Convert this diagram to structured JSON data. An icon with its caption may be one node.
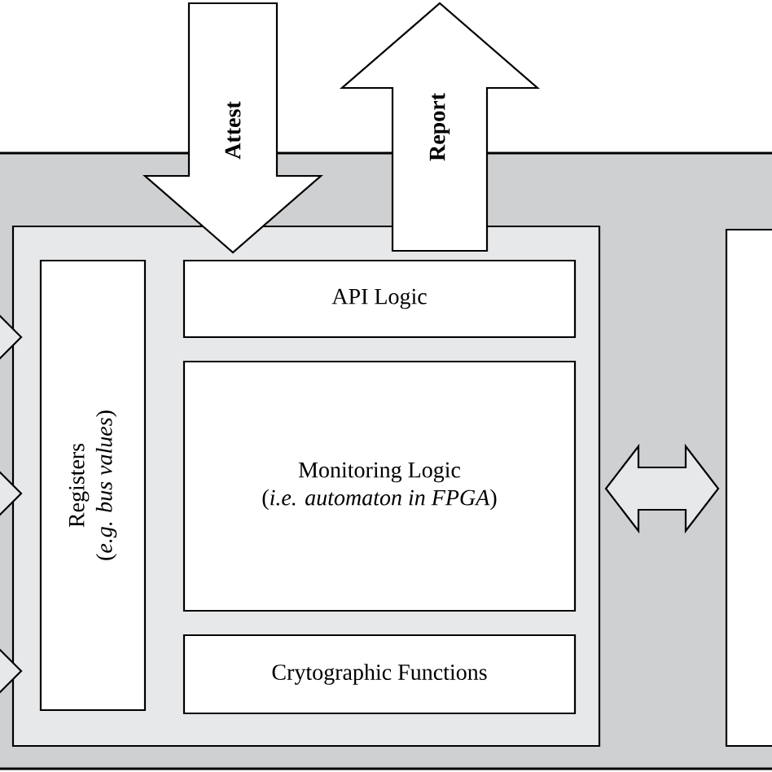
{
  "diagram": {
    "nodes": [
      {
        "text": [],
        "shape": "box"
      },
      {
        "text": [],
        "shape": "box",
        "in": 0
      },
      {
        "text": [
          "Registers",
          "(*e.g. bus values*)"
        ],
        "in": 1
      },
      {
        "text": [
          "API Logic"
        ],
        "in": 1
      },
      {
        "text": [
          "Monitoring Logic",
          "(*i.e. automaton in FPGA*)"
        ],
        "in": 1
      },
      {
        "text": [
          "Crytographic Functions"
        ],
        "in": 1
      },
      {
        "text": [],
        "shape": "box",
        "in": 0
      }
    ],
    "edges": [
      {
        "from": null,
        "to": 3,
        "arrow": "to",
        "label": "Attest"
      },
      {
        "from": 1,
        "to": null,
        "arrow": "to",
        "label": "Report"
      },
      {
        "from": 1,
        "to": 6,
        "arrow": "both"
      },
      {
        "from": null,
        "to": 1,
        "arrow": "to"
      },
      {
        "from": null,
        "to": 1,
        "arrow": "to"
      },
      {
        "from": null,
        "to": 1,
        "arrow": "to"
      }
    ]
  }
}
